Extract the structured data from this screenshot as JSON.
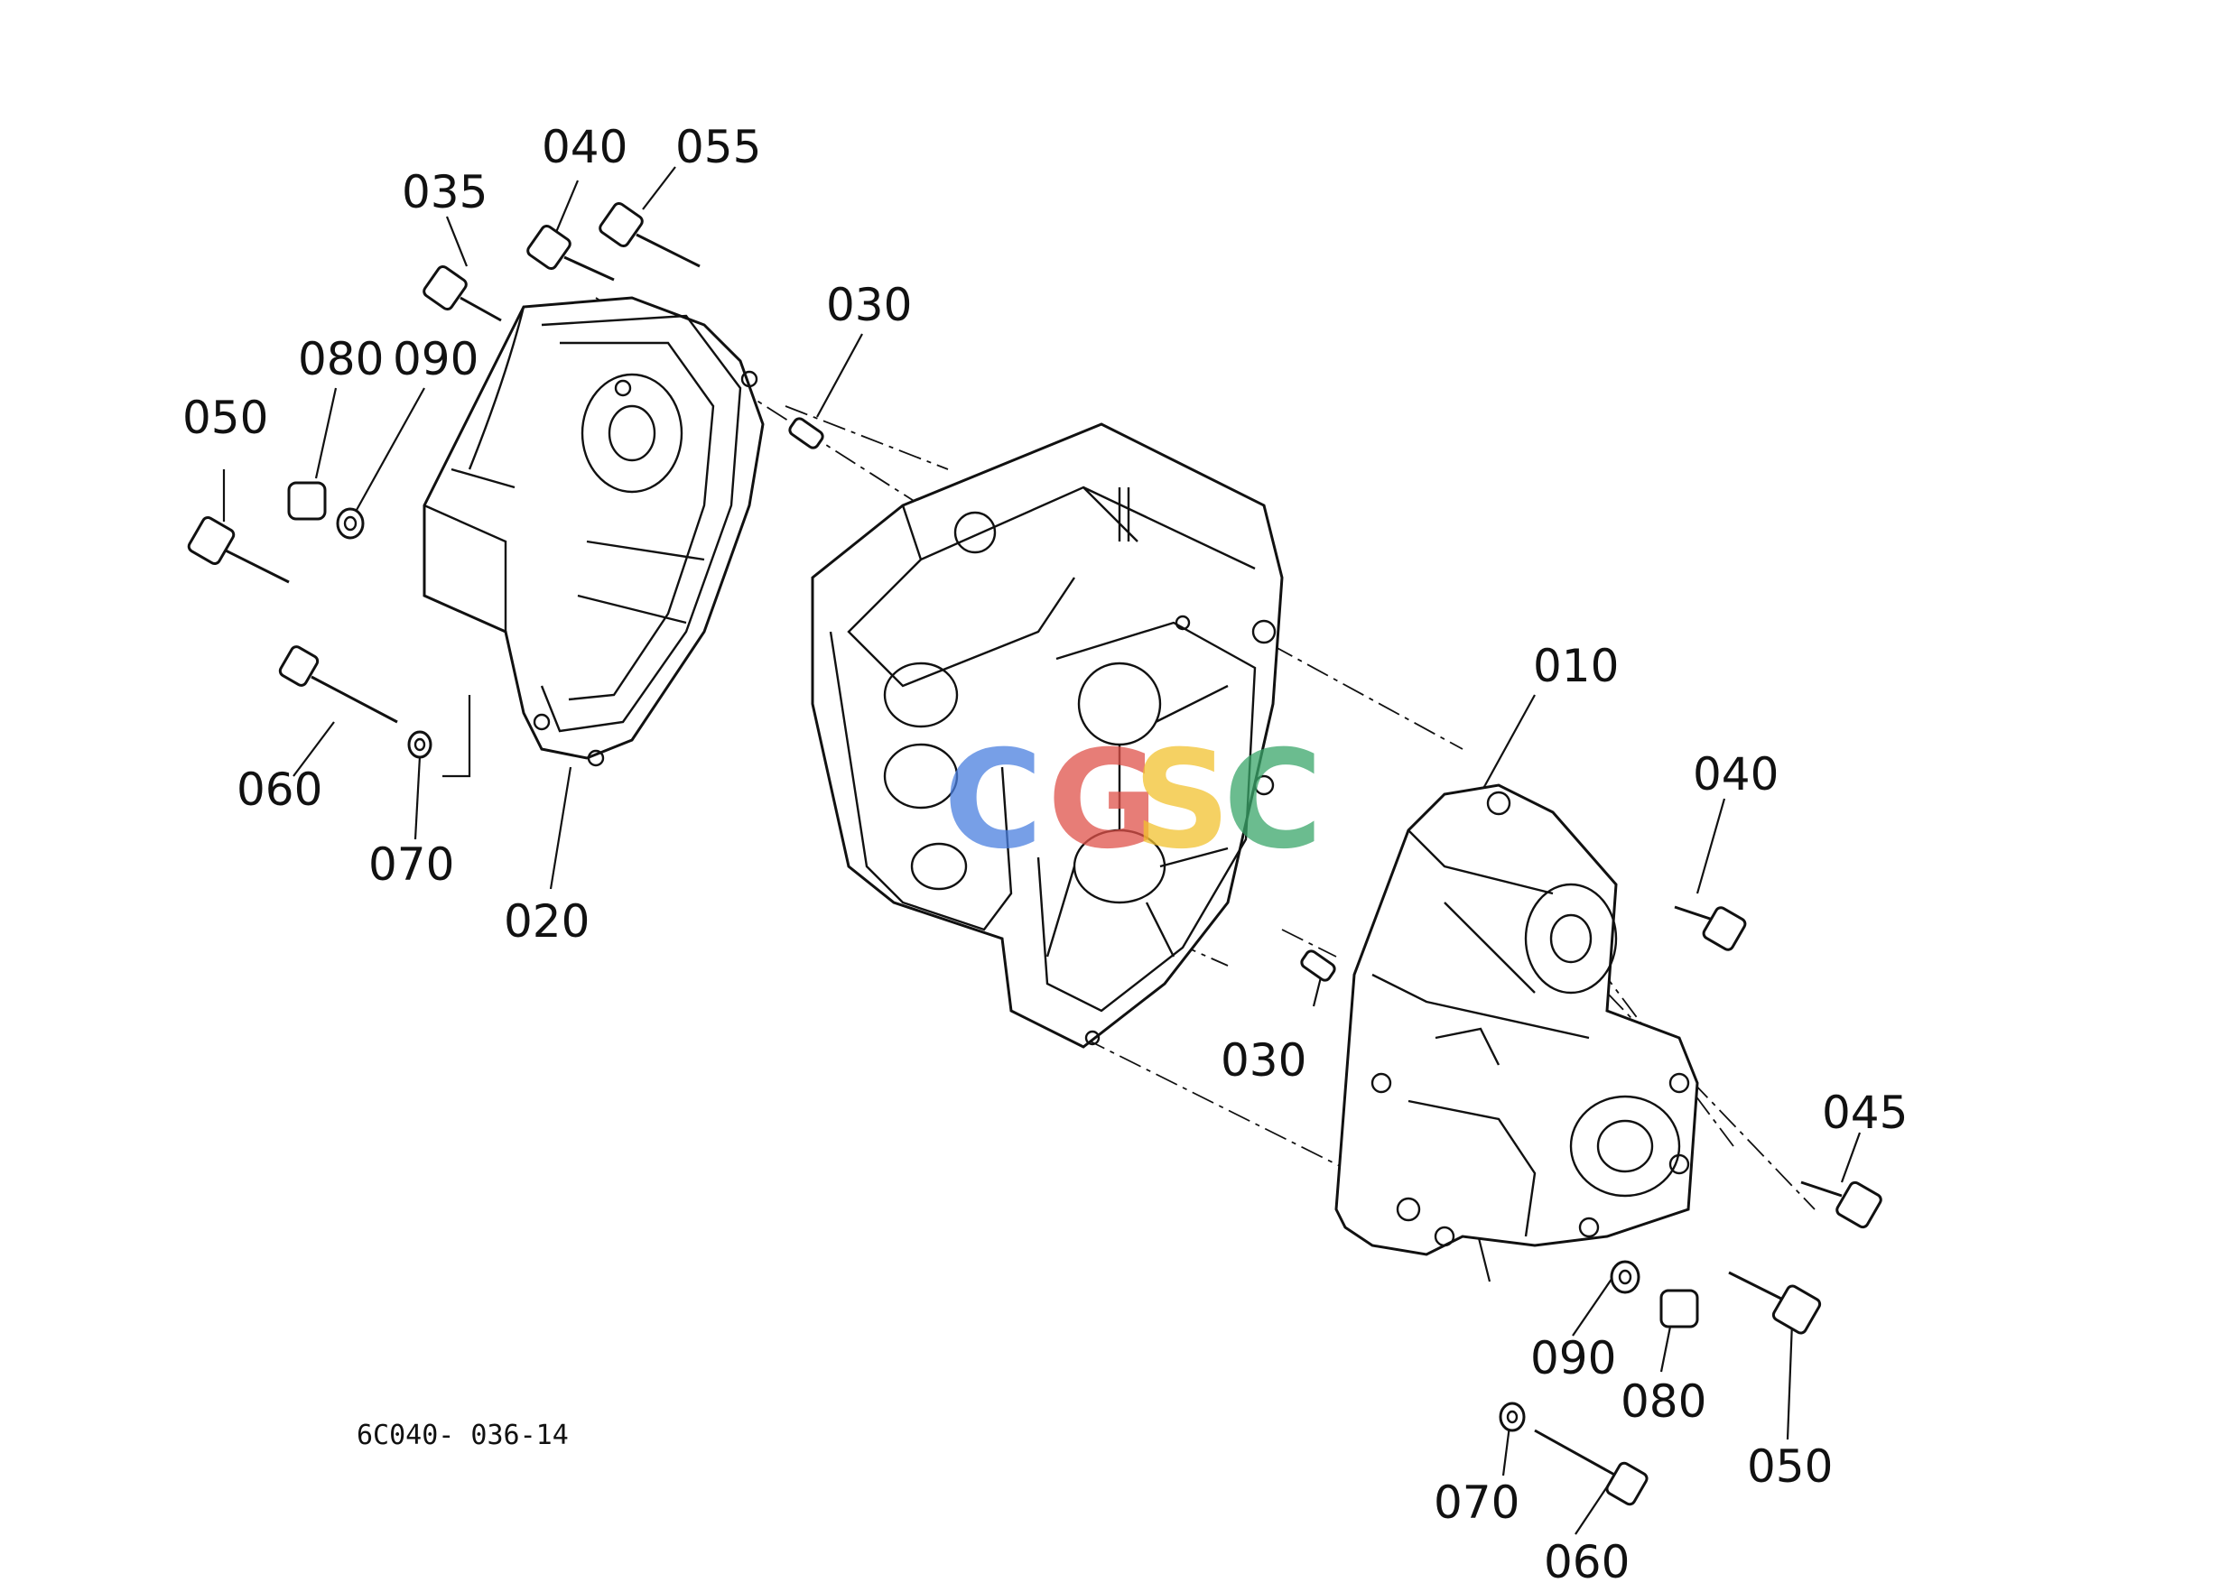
{
  "labels": {
    "p035": "035",
    "p040_left": "040",
    "p055": "055",
    "p030_top": "030",
    "p080_left": "080",
    "p090_left": "090",
    "p050_left": "050",
    "p060_left": "060",
    "p070_left": "070",
    "p020": "020",
    "p010": "010",
    "p040_right": "040",
    "p030_bottom": "030",
    "p045": "045",
    "p090_right": "090",
    "p080_right": "080",
    "p050_right": "050",
    "p070_right": "070",
    "p060_right": "060"
  },
  "doc_code": "6C040- 036-14",
  "watermark": {
    "letters": [
      "C",
      "G",
      "S",
      "C"
    ],
    "colors": [
      "#4a7fe0",
      "#e0524a",
      "#f2c230",
      "#3aa66a"
    ]
  }
}
